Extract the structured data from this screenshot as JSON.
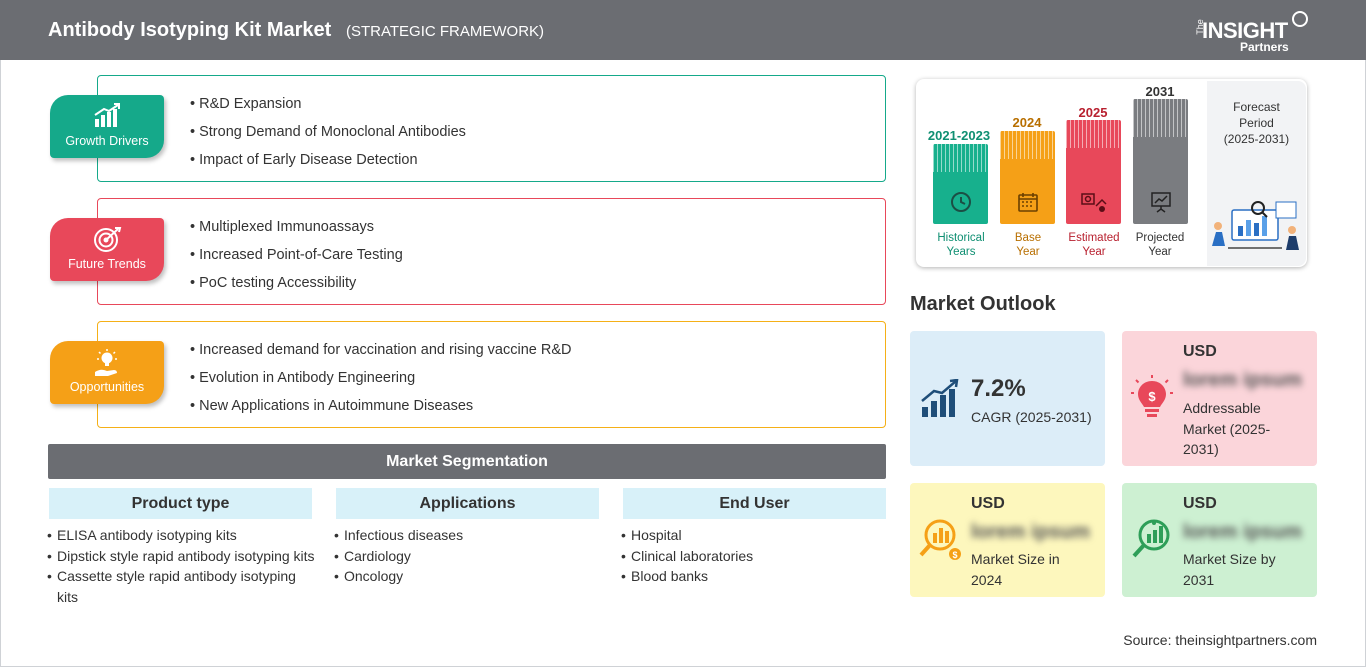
{
  "header": {
    "title": "Antibody Isotyping Kit Market",
    "subtitle": "(STRATEGIC FRAMEWORK)",
    "logo_top": "The",
    "logo_main": "INSIGHT",
    "logo_sub": "Partners"
  },
  "framework": [
    {
      "label": "Growth Drivers",
      "icon": "growth-chart-icon",
      "color": "#15a98a",
      "items": [
        "R&D Expansion",
        "Strong Demand of Monoclonal Antibodies",
        "Impact of Early Disease Detection"
      ]
    },
    {
      "label": "Future Trends",
      "icon": "target-icon",
      "color": "#e8485a",
      "items": [
        "Multiplexed Immunoassays",
        "Increased Point-of-Care Testing",
        "PoC testing Accessibility"
      ]
    },
    {
      "label": "Opportunities",
      "icon": "lightbulb-hand-icon",
      "color": "#f5a017",
      "items": [
        "Increased demand for vaccination and rising vaccine R&D",
        "Evolution in Antibody Engineering",
        "New Applications in Autoimmune Diseases"
      ]
    }
  ],
  "segmentation": {
    "title": "Market Segmentation",
    "columns": [
      {
        "heading": "Product type",
        "items": [
          "ELISA antibody isotyping kits",
          "Dipstick style rapid antibody isotyping kits",
          "Cassette style rapid antibody isotyping kits"
        ]
      },
      {
        "heading": "Applications",
        "items": [
          "Infectious diseases",
          "Cardiology",
          "Oncology"
        ]
      },
      {
        "heading": "End User",
        "items": [
          "Hospital",
          "Clinical laboratories",
          "Blood banks"
        ]
      }
    ]
  },
  "timeline": {
    "periods": [
      {
        "year": "2021-2023",
        "desc1": "Historical",
        "desc2": "Years",
        "color": "#17b08d",
        "text_color": "#0f8f72",
        "icon": "history-icon"
      },
      {
        "year": "2024",
        "desc1": "Base",
        "desc2": "Year",
        "color": "#f5a017",
        "text_color": "#b86f00",
        "icon": "calendar-icon"
      },
      {
        "year": "2025",
        "desc1": "Estimated",
        "desc2": "Year",
        "color": "#e8485a",
        "text_color": "#b8202f",
        "icon": "estimate-icon"
      },
      {
        "year": "2031",
        "desc1": "Projected",
        "desc2": "Year",
        "color": "#7a7c80",
        "text_color": "#333333",
        "icon": "projection-icon"
      }
    ],
    "forecast": [
      "Forecast",
      "Period",
      "(2025-2031)"
    ]
  },
  "outlook": {
    "title": "Market Outlook",
    "cagr": {
      "value": "7.2%",
      "label": "CAGR (2025-2031)",
      "color": "#dcedf8",
      "icon": "rising-bars-icon"
    },
    "addressable": {
      "usd": "USD",
      "value": "lorem ipsum",
      "desc": [
        "Addressable",
        "Market (2025-",
        "2031)"
      ],
      "color": "#fbd5da",
      "icon": "lightbulb-dollar-icon"
    },
    "size2024": {
      "usd": "USD",
      "value": "lorem ipsum",
      "desc": [
        "Market Size in",
        "2024"
      ],
      "color": "#fdf7bd",
      "icon": "magnifier-chart-icon"
    },
    "size2031": {
      "usd": "USD",
      "value": "lorem ipsum",
      "desc": [
        "Market Size by",
        "2031"
      ],
      "color": "#cdf0d2",
      "icon": "magnifier-growth-icon"
    }
  },
  "source": "Source: theinsightpartners.com"
}
